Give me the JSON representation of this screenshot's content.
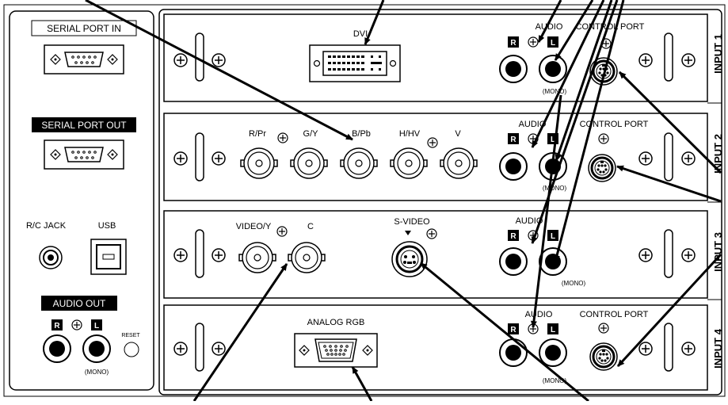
{
  "left_panel": {
    "serial_in": "SERIAL PORT IN",
    "serial_out": "SERIAL PORT OUT",
    "rc_jack": "R/C JACK",
    "usb": "USB",
    "audio_out": "AUDIO OUT",
    "r": "R",
    "l": "L",
    "reset": "RESET",
    "mono": "(MONO)"
  },
  "slot1": {
    "dvi": "DVI",
    "audio": "AUDIO",
    "control_port": "CONTROL PORT",
    "r": "R",
    "l": "L",
    "mono": "(MONO)",
    "side_label": "INPUT 1"
  },
  "slot2": {
    "rpr": "R/Pr",
    "gy": "G/Y",
    "bpb": "B/Pb",
    "hhv": "H/HV",
    "v": "V",
    "audio": "AUDIO",
    "control_port": "CONTROL PORT",
    "r": "R",
    "l": "L",
    "mono": "(MONO)",
    "side_label": "INPUT 2"
  },
  "slot3": {
    "videoy": "VIDEO/Y",
    "c": "C",
    "svideo": "S-VIDEO",
    "audio": "AUDIO",
    "r": "R",
    "l": "L",
    "mono": "(MONO)",
    "side_label": "INPUT 3"
  },
  "slot4": {
    "analog_rgb": "ANALOG RGB",
    "audio": "AUDIO",
    "control_port": "CONTROL PORT",
    "r": "R",
    "l": "L",
    "mono": "(MONO)",
    "side_label": "INPUT 4"
  }
}
